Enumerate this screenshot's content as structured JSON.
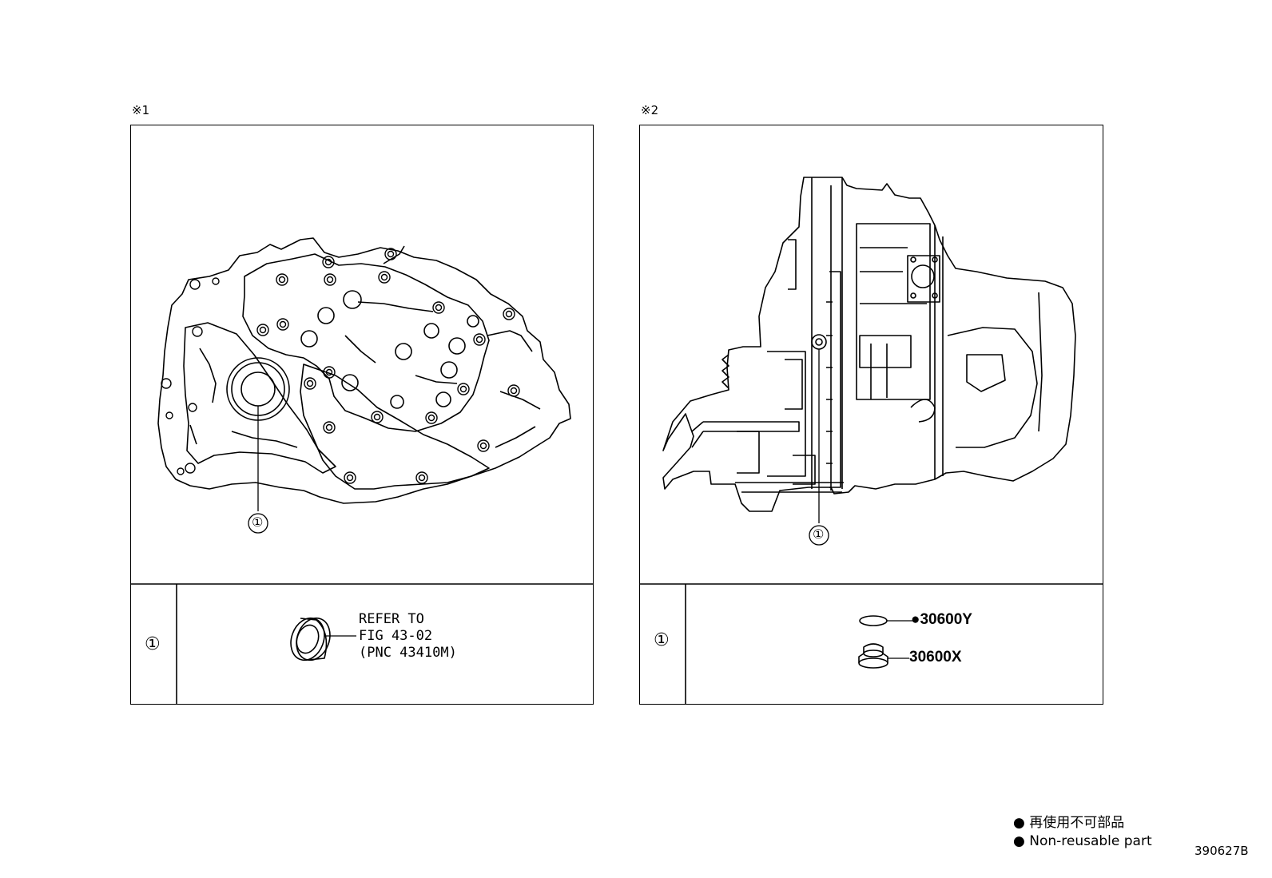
{
  "panel1": {
    "marker": "※1",
    "callout": "①",
    "row_callout": "①",
    "refer_lines": [
      "REFER TO",
      "FIG 43-02",
      "(PNC 43410M)"
    ]
  },
  "panel2": {
    "marker": "※2",
    "callout": "①",
    "row_callout": "①",
    "parts": [
      {
        "code": "●30600Y",
        "icon": "o-ring-icon"
      },
      {
        "code": "30600X",
        "icon": "plug-icon"
      }
    ]
  },
  "legend": {
    "jp": "● 再使用不可部品",
    "en": "● Non-reusable part"
  },
  "figure_id": "390627B"
}
